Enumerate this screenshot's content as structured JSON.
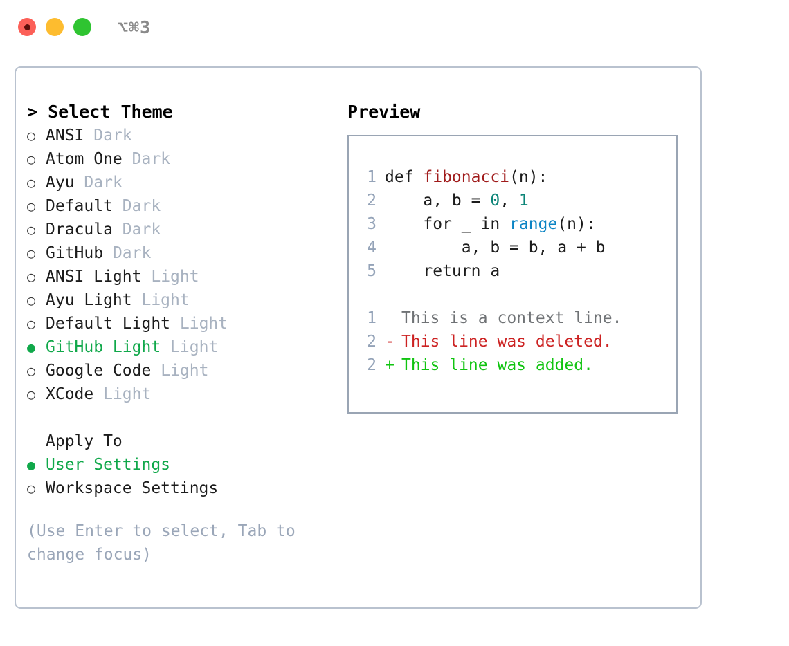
{
  "titlebar": {
    "shortcut": "⌥⌘3",
    "buttons": [
      {
        "name": "close",
        "color": "#fc6058"
      },
      {
        "name": "minimize",
        "color": "#fdbc2f"
      },
      {
        "name": "maximize",
        "color": "#2fc431"
      }
    ]
  },
  "accent": {
    "selected": "#10a84a",
    "badge": "#a8b2c0",
    "hint": "#9aa6b8",
    "border": "#b9c2cf",
    "preview_border": "#9aa5b4"
  },
  "left": {
    "heading": "> Select Theme",
    "themes": [
      {
        "bullet": "○",
        "label": "ANSI",
        "badge": "Dark",
        "selected": false
      },
      {
        "bullet": "○",
        "label": "Atom One",
        "badge": "Dark",
        "selected": false
      },
      {
        "bullet": "○",
        "label": "Ayu",
        "badge": "Dark",
        "selected": false
      },
      {
        "bullet": "○",
        "label": "Default",
        "badge": "Dark",
        "selected": false
      },
      {
        "bullet": "○",
        "label": "Dracula",
        "badge": "Dark",
        "selected": false
      },
      {
        "bullet": "○",
        "label": "GitHub",
        "badge": "Dark",
        "selected": false
      },
      {
        "bullet": "○",
        "label": "ANSI Light",
        "badge": "Light",
        "selected": false
      },
      {
        "bullet": "○",
        "label": "Ayu Light",
        "badge": "Light",
        "selected": false
      },
      {
        "bullet": "○",
        "label": "Default Light",
        "badge": "Light",
        "selected": false
      },
      {
        "bullet": "●",
        "label": "GitHub Light",
        "badge": "Light",
        "selected": true
      },
      {
        "bullet": "○",
        "label": "Google Code",
        "badge": "Light",
        "selected": false
      },
      {
        "bullet": "○",
        "label": "XCode",
        "badge": "Light",
        "selected": false
      }
    ],
    "apply_to_heading": "Apply To",
    "apply_to": [
      {
        "bullet": "●",
        "label": "User Settings",
        "selected": true
      },
      {
        "bullet": "○",
        "label": "Workspace Settings",
        "selected": false
      }
    ],
    "hint": "(Use Enter to select, Tab to change focus)"
  },
  "right": {
    "heading": "Preview",
    "code": [
      {
        "lineno": "1",
        "tokens": [
          {
            "t": "def ",
            "c": "plain"
          },
          {
            "t": "fibonacci",
            "c": "func"
          },
          {
            "t": "(n):",
            "c": "plain"
          }
        ]
      },
      {
        "lineno": "2",
        "tokens": [
          {
            "t": "    a, b = ",
            "c": "plain"
          },
          {
            "t": "0",
            "c": "num"
          },
          {
            "t": ", ",
            "c": "plain"
          },
          {
            "t": "1",
            "c": "num"
          }
        ]
      },
      {
        "lineno": "3",
        "tokens": [
          {
            "t": "    for _ in ",
            "c": "plain"
          },
          {
            "t": "range",
            "c": "call"
          },
          {
            "t": "(n):",
            "c": "plain"
          }
        ]
      },
      {
        "lineno": "4",
        "tokens": [
          {
            "t": "        a, b = b, a + b",
            "c": "plain"
          }
        ]
      },
      {
        "lineno": "5",
        "tokens": [
          {
            "t": "    return a",
            "c": "plain"
          }
        ]
      }
    ],
    "diff": [
      {
        "lineno": "1",
        "marker": " ",
        "text": "This is a context line.",
        "kind": "context"
      },
      {
        "lineno": "2",
        "marker": "-",
        "text": "This line was deleted.",
        "kind": "deleted"
      },
      {
        "lineno": "2",
        "marker": "+",
        "text": "This line was added.",
        "kind": "added"
      }
    ]
  }
}
